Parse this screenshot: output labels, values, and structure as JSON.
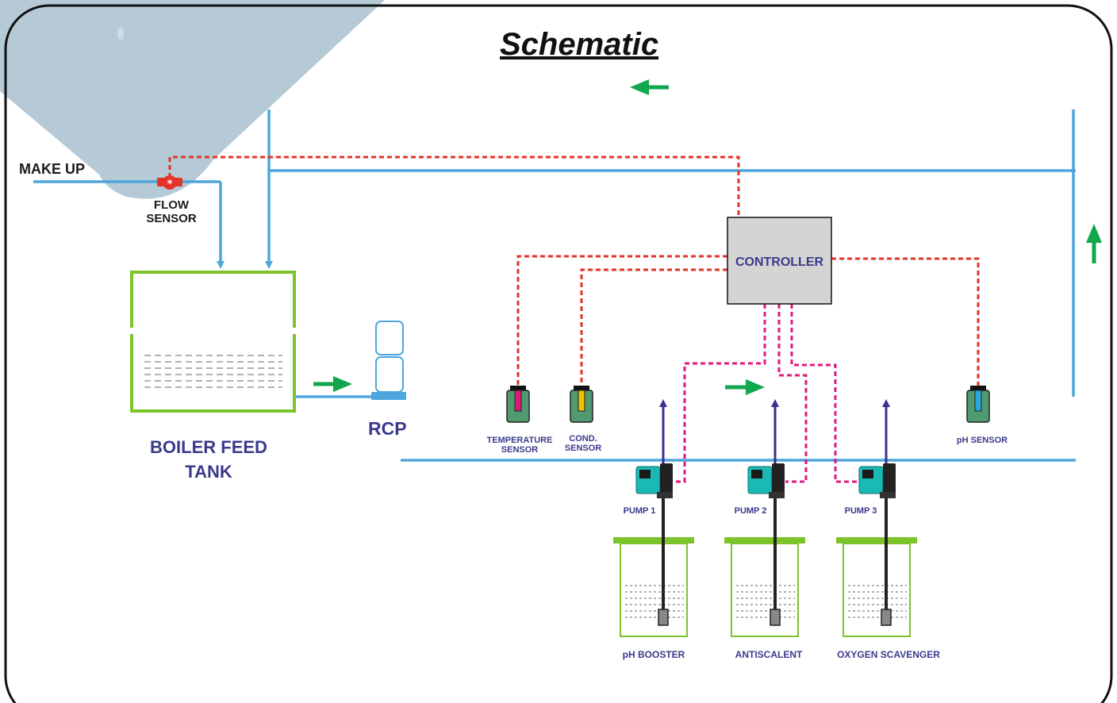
{
  "title": "Schematic",
  "labels": {
    "make_up": "MAKE UP",
    "flow_sensor_line1": "FLOW",
    "flow_sensor_line2": "SENSOR",
    "boiler_tank_line1": "BOILER FEED",
    "boiler_tank_line2": "TANK",
    "rcp": "RCP",
    "controller": "CONTROLLER",
    "temperature_sensor_line1": "TEMPERATURE",
    "temperature_sensor_line2": "SENSOR",
    "cond_sensor_line1": "COND.",
    "cond_sensor_line2": "SENSOR",
    "ph_sensor": "pH SENSOR",
    "pump1": "PUMP 1",
    "pump2": "PUMP 2",
    "pump3": "PUMP 3",
    "tank1": "pH BOOSTER",
    "tank2": "ANTISCALENT",
    "tank3": "OXYGEN SCAVENGER"
  },
  "colors": {
    "pipe": "#4ea6dc",
    "signal_red": "#e53327",
    "signal_magenta": "#e0197d",
    "flow_arrow": "#11a74e",
    "tank_green": "#7cc42a",
    "controller_fill": "#d4d4d4",
    "pump_teal": "#1bb9b5",
    "dosing_line": "#3a2f8f",
    "sensor_green": "#4f9a6e",
    "label_navy": "#3a3a8c",
    "backdrop": "#b5c9d6"
  },
  "icons": [
    "flow-sensor-valve-icon",
    "rcp-pump-icon",
    "dosing-pump-icon",
    "sensor-probe-icon",
    "flow-arrow-icon"
  ]
}
